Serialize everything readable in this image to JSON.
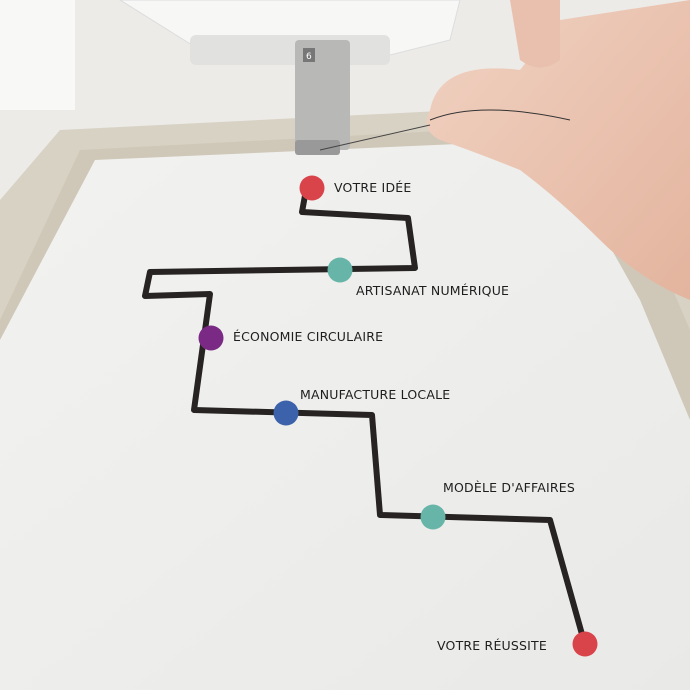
{
  "milestones": [
    {
      "label": "VOTRE IDÉE",
      "color": "#d9434a"
    },
    {
      "label": "ARTISANAT NUMÉRIQUE",
      "color": "#67b5a8"
    },
    {
      "label": "ÉCONOMIE CIRCULAIRE",
      "color": "#7a2a84"
    },
    {
      "label": "MANUFACTURE LOCALE",
      "color": "#3b62ab"
    },
    {
      "label": "MODÈLE D'AFFAIRES",
      "color": "#67b5a8"
    },
    {
      "label": "VOTRE RÉUSSITE",
      "color": "#d9434a"
    }
  ],
  "machine": {
    "presser_foot_number": "6"
  }
}
